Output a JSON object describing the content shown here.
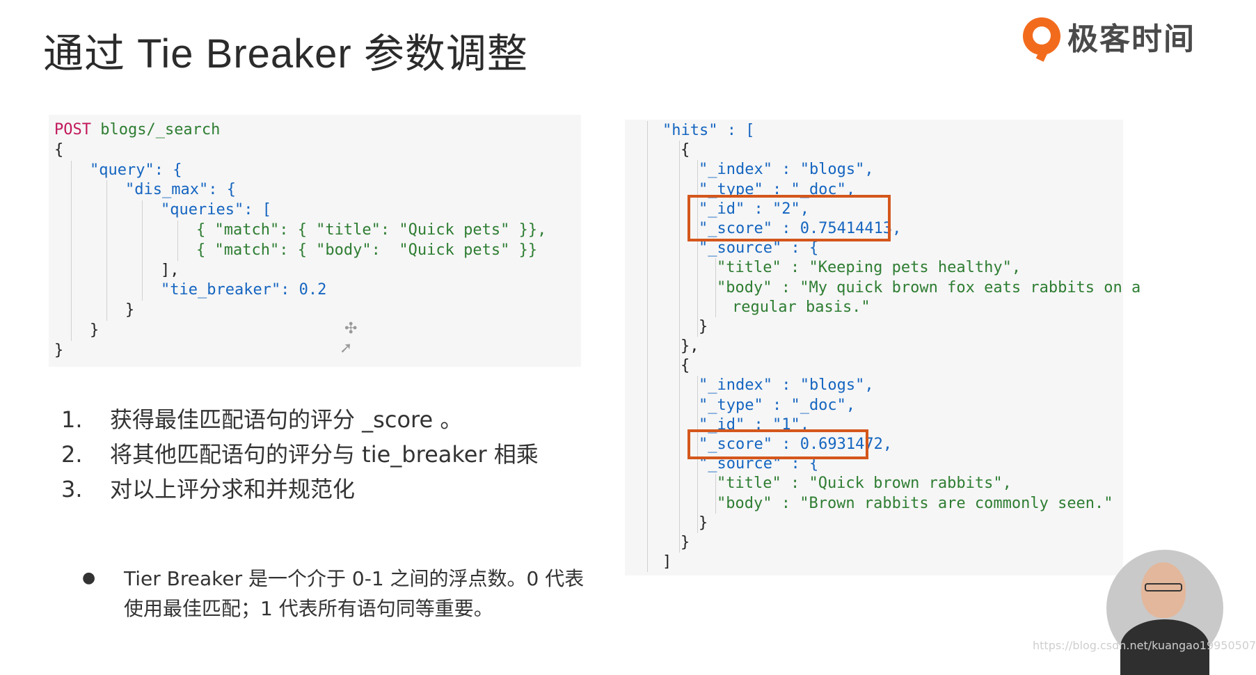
{
  "slide": {
    "title": "通过 Tie Breaker 参数调整",
    "logo_text": "极客时间"
  },
  "query_code": {
    "method": "POST",
    "endpoint": " blogs/_search",
    "lines": [
      "{",
      "\"query\": {",
      "\"dis_max\": {",
      "\"queries\": [",
      "{ \"match\": { \"title\": \"Quick pets\" }},",
      "{ \"match\": { \"body\":  \"Quick pets\" }}",
      "],",
      "\"tie_breaker\": 0.2",
      "}",
      "}",
      "}"
    ]
  },
  "result_code": {
    "lines": [
      "\"hits\" : [",
      "{",
      "\"_index\" : \"blogs\",",
      "\"_type\" : \"_doc\",",
      "\"_id\" : \"2\",",
      "\"_score\" : 0.75414413,",
      "\"_source\" : {",
      "\"title\" : \"Keeping pets healthy\",",
      "\"body\" : \"My quick brown fox eats rabbits on a",
      "regular basis.\"",
      "}",
      "},",
      "{",
      "\"_index\" : \"blogs\",",
      "\"_type\" : \"_doc\",",
      "\"_id\" : \"1\",",
      "\"_score\" : 0.6931472,",
      "\"_source\" : {",
      "\"title\" : \"Quick brown rabbits\",",
      "\"body\" : \"Brown rabbits are commonly seen.\"",
      "}",
      "}",
      "]"
    ]
  },
  "steps": [
    {
      "num": "1.",
      "text": "获得最佳匹配语句的评分 _score 。"
    },
    {
      "num": "2.",
      "text": "将其他匹配语句的评分与 tie_breaker 相乘"
    },
    {
      "num": "3.",
      "text": "对以上评分求和并规范化"
    }
  ],
  "note": {
    "bullet": "●",
    "text": "Tier Breaker 是一个介于 0-1 之间的浮点数。0 代表使用最佳匹配；1 代表所有语句同等重要。"
  },
  "watermark": "https://blog.csdn.net/kuangao19950507",
  "colors": {
    "highlight_box": "#d4571c",
    "brand_orange": "#f26b1d",
    "code_bg": "#f6f6f6",
    "keyword": "#c2185b",
    "key": "#1565c0",
    "string": "#2e7d32"
  }
}
